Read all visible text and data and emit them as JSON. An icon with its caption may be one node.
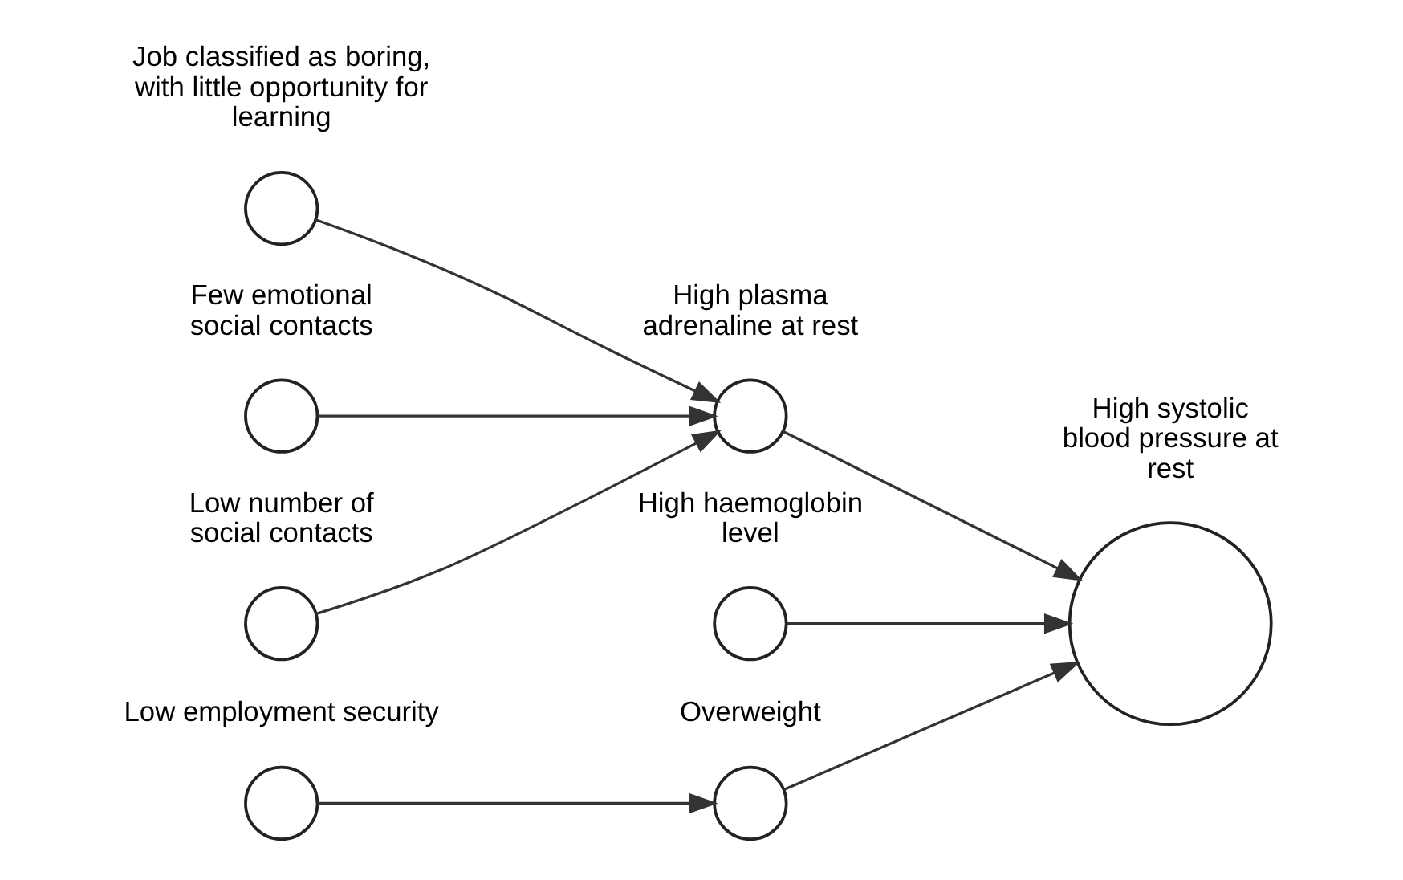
{
  "diagram": {
    "nodes": [
      {
        "text": [],
        "shape": "circle",
        "beside": [
          "Job classified as boring, with little opportunity for learning"
        ]
      },
      {
        "text": [],
        "shape": "circle",
        "beside": [
          "Few emotional social contacts"
        ]
      },
      {
        "text": [],
        "shape": "circle",
        "beside": [
          "Low number of social contacts"
        ]
      },
      {
        "text": [],
        "shape": "circle",
        "beside": [
          "High plasma adrenaline at rest"
        ]
      },
      {
        "text": [],
        "shape": "circle",
        "beside": [
          "High haemoglobin level"
        ]
      },
      {
        "text": [],
        "shape": "circle",
        "beside": [
          "High systolic blood pressure at rest"
        ]
      },
      {
        "text": [],
        "shape": "circle",
        "beside": [
          "Overweight"
        ]
      },
      {
        "text": [],
        "shape": "circle",
        "beside": [
          "Low employment security"
        ]
      }
    ],
    "edges": [
      {
        "from": 0,
        "to": 3,
        "arrow": "to"
      },
      {
        "from": 1,
        "to": 3,
        "arrow": "to"
      },
      {
        "from": 2,
        "to": 3,
        "arrow": "to"
      },
      {
        "from": 3,
        "to": 5,
        "arrow": "to"
      },
      {
        "from": 4,
        "to": 5,
        "arrow": "to"
      },
      {
        "from": 6,
        "to": 5,
        "arrow": "to"
      },
      {
        "from": 7,
        "to": 6,
        "arrow": "to"
      }
    ]
  }
}
